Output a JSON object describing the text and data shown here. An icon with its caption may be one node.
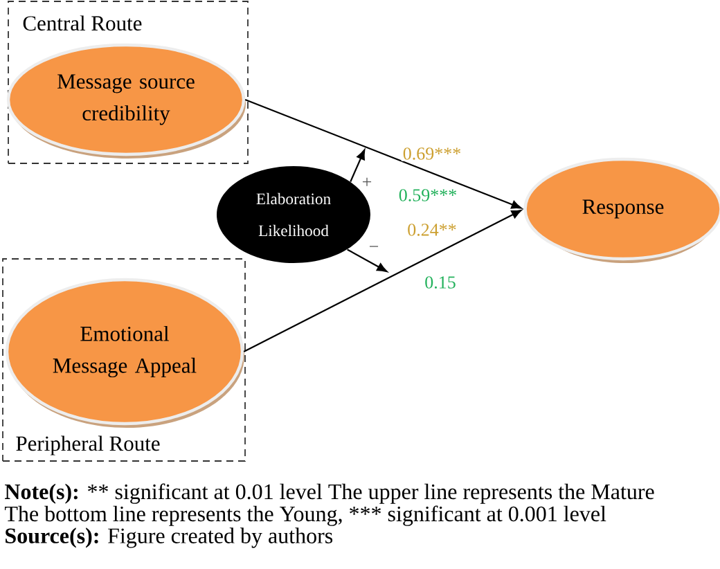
{
  "diagram": {
    "nodes": [
      {
        "text": [
          "Central Route"
        ]
      },
      {
        "text": [
          "Message source credibility"
        ],
        "in": 0
      },
      {
        "text": [
          "Elaboration Likelihood"
        ]
      },
      {
        "text": [
          "Peripheral Route"
        ]
      },
      {
        "text": [
          "Emotional Message Appeal"
        ],
        "in": 3
      },
      {
        "text": [
          "Response"
        ]
      }
    ],
    "edges": [
      {
        "from": 1,
        "to": 5,
        "arrow": "to",
        "label": "0.69***"
      },
      {
        "from": 4,
        "to": 5,
        "arrow": "to",
        "label": "0.24**"
      },
      {
        "from": 2,
        "to": null,
        "arrow": "to",
        "label": "+"
      },
      {
        "from": 2,
        "to": null,
        "arrow": "to",
        "label": "−"
      }
    ],
    "labels": [
      "0.59***",
      "0.15",
      "Note(s):",
      "** significant at 0.01 level The upper line represents the Mature The bottom line represents the Young, *** significant at 0.001 level",
      "Source(s):",
      "Figure created by authors"
    ]
  }
}
